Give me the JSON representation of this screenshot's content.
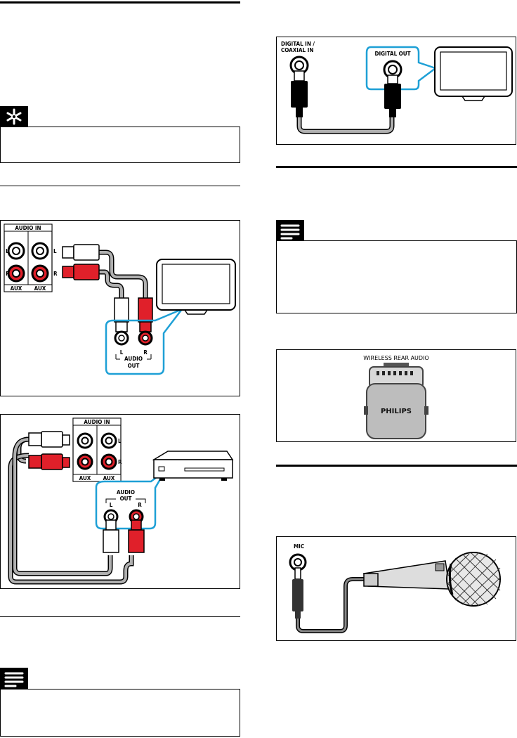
{
  "diagrams": {
    "coax": {
      "jack_label_line1": "DIGITAL IN /",
      "jack_label_line2": "COAXIAL IN",
      "out_label": "DIGITAL OUT"
    },
    "aux_tv": {
      "panel_title": "AUDIO IN",
      "left": "L",
      "right": "R",
      "aux1": "AUX",
      "aux2": "AUX",
      "out_l": "L",
      "out_r": "R",
      "out_label1": "AUDIO",
      "out_label2": "OUT"
    },
    "aux_player": {
      "panel_title": "AUDIO IN",
      "left": "L",
      "right": "R",
      "aux1": "AUX",
      "aux2": "AUX",
      "out_label1": "AUDIO",
      "out_label2": "OUT",
      "out_l": "L",
      "out_r": "R"
    },
    "wireless": {
      "title": "WIRELESS REAR AUDIO",
      "brand": "PHILIPS"
    },
    "mic": {
      "label": "MIC"
    }
  },
  "colors": {
    "accent": "#1ea0d6",
    "red": "#e0202a",
    "grey_cable": "#b0b0b0"
  }
}
